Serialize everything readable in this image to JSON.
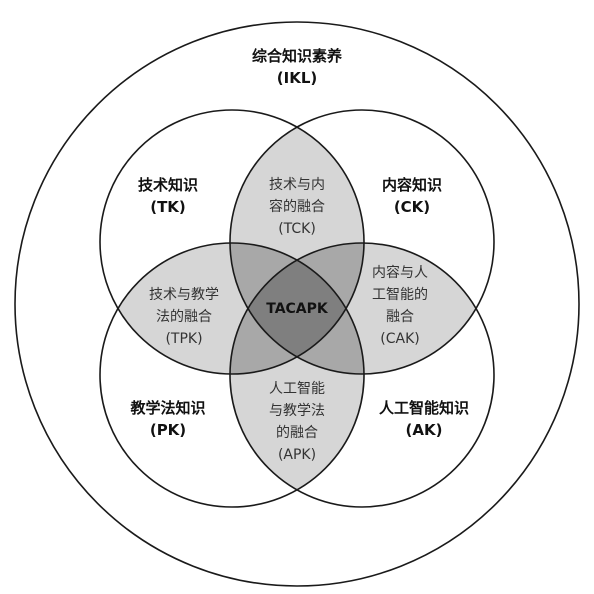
{
  "outer": {
    "title": "综合知识素养",
    "code": "(IKL)"
  },
  "circles": {
    "tk": {
      "title": "技术知识",
      "code": "(TK)"
    },
    "ck": {
      "title": "内容知识",
      "code": "(CK)"
    },
    "pk": {
      "title": "教学法知识",
      "code": "(PK)"
    },
    "ak": {
      "title": "人工智能知识",
      "code": "(AK)"
    }
  },
  "overlaps": {
    "tck": {
      "line1": "技术与内",
      "line2": "容的融合",
      "code": "(TCK)"
    },
    "tpk": {
      "line1": "技术与教学",
      "line2": "法的融合",
      "code": "(TPK)"
    },
    "cak": {
      "line1": "内容与人",
      "line2": "工智能的",
      "line3": "融合",
      "code": "(CAK)"
    },
    "apk": {
      "line1": "人工智能",
      "line2": "与教学法",
      "line3": "的融合",
      "code": "(APK)"
    }
  },
  "center": {
    "label": "TACAPK"
  },
  "colors": {
    "stroke": "#1a1a1a",
    "fill_single": "#ffffff",
    "fill_double": "#d6d6d6",
    "fill_triple": "#a8a8a8",
    "fill_quad": "#7f7f7f"
  }
}
